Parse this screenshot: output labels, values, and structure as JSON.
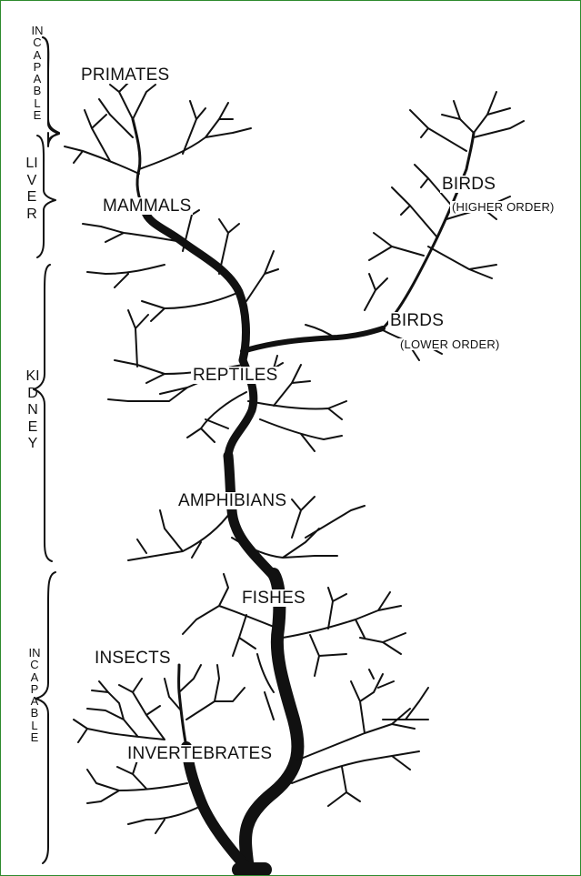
{
  "colors": {
    "frame": "#2e8b2e",
    "ink": "#111111"
  },
  "labels": {
    "primates": "PRIMATES",
    "mammals": "MAMMALS",
    "birds_higher": "BIRDS",
    "birds_higher_sub": "(HIGHER ORDER)",
    "birds_lower": "BIRDS",
    "birds_lower_sub": "(LOWER ORDER)",
    "reptiles": "REPTILES",
    "amphibians": "AMPHIBIANS",
    "fishes": "FISHES",
    "insects": "INSECTS",
    "invertebrates": "INVERTEBRATES"
  },
  "side_labels": {
    "incapable_top": "INCAPABLE",
    "liver": "LIVER",
    "kidney": "KIDNEY",
    "incapable_bottom": "INCAPABLE"
  }
}
